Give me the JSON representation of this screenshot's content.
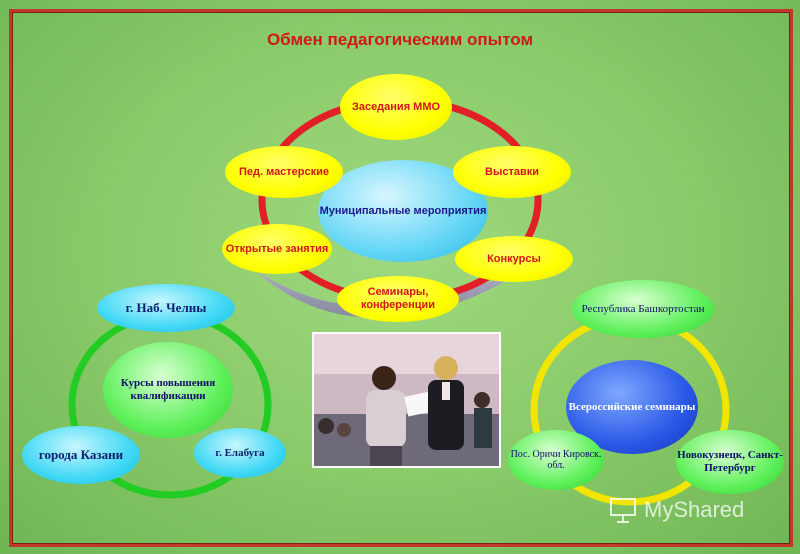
{
  "title": "Обмен педагогическим опытом",
  "top_cycle": {
    "center": "Муниципальные мероприятия",
    "nodes": [
      "Заседания ММО",
      "Выставки",
      "Конкурсы",
      "Семинары, конференции",
      "Открытые занятия",
      "Пед. мастерские"
    ]
  },
  "left_cycle": {
    "center": "Курсы повышения квалификации",
    "nodes": [
      "г. Наб. Челны",
      "г. Елабуга",
      "города Казани"
    ]
  },
  "right_cycle": {
    "center": "Всероссийские семинары",
    "nodes": [
      "Республика Башкортостан",
      "Новокузнецк, Санкт-Петербург",
      "Пос. Оричи Кировск. обл."
    ]
  },
  "watermark": {
    "text": "MyShared",
    "icon": "projector-screen-icon"
  },
  "colors": {
    "title": "#d0181b",
    "top_ring": "#e21f26",
    "left_ring": "#22cc22",
    "right_ring": "#f2e600",
    "frame": "#c0392b"
  }
}
